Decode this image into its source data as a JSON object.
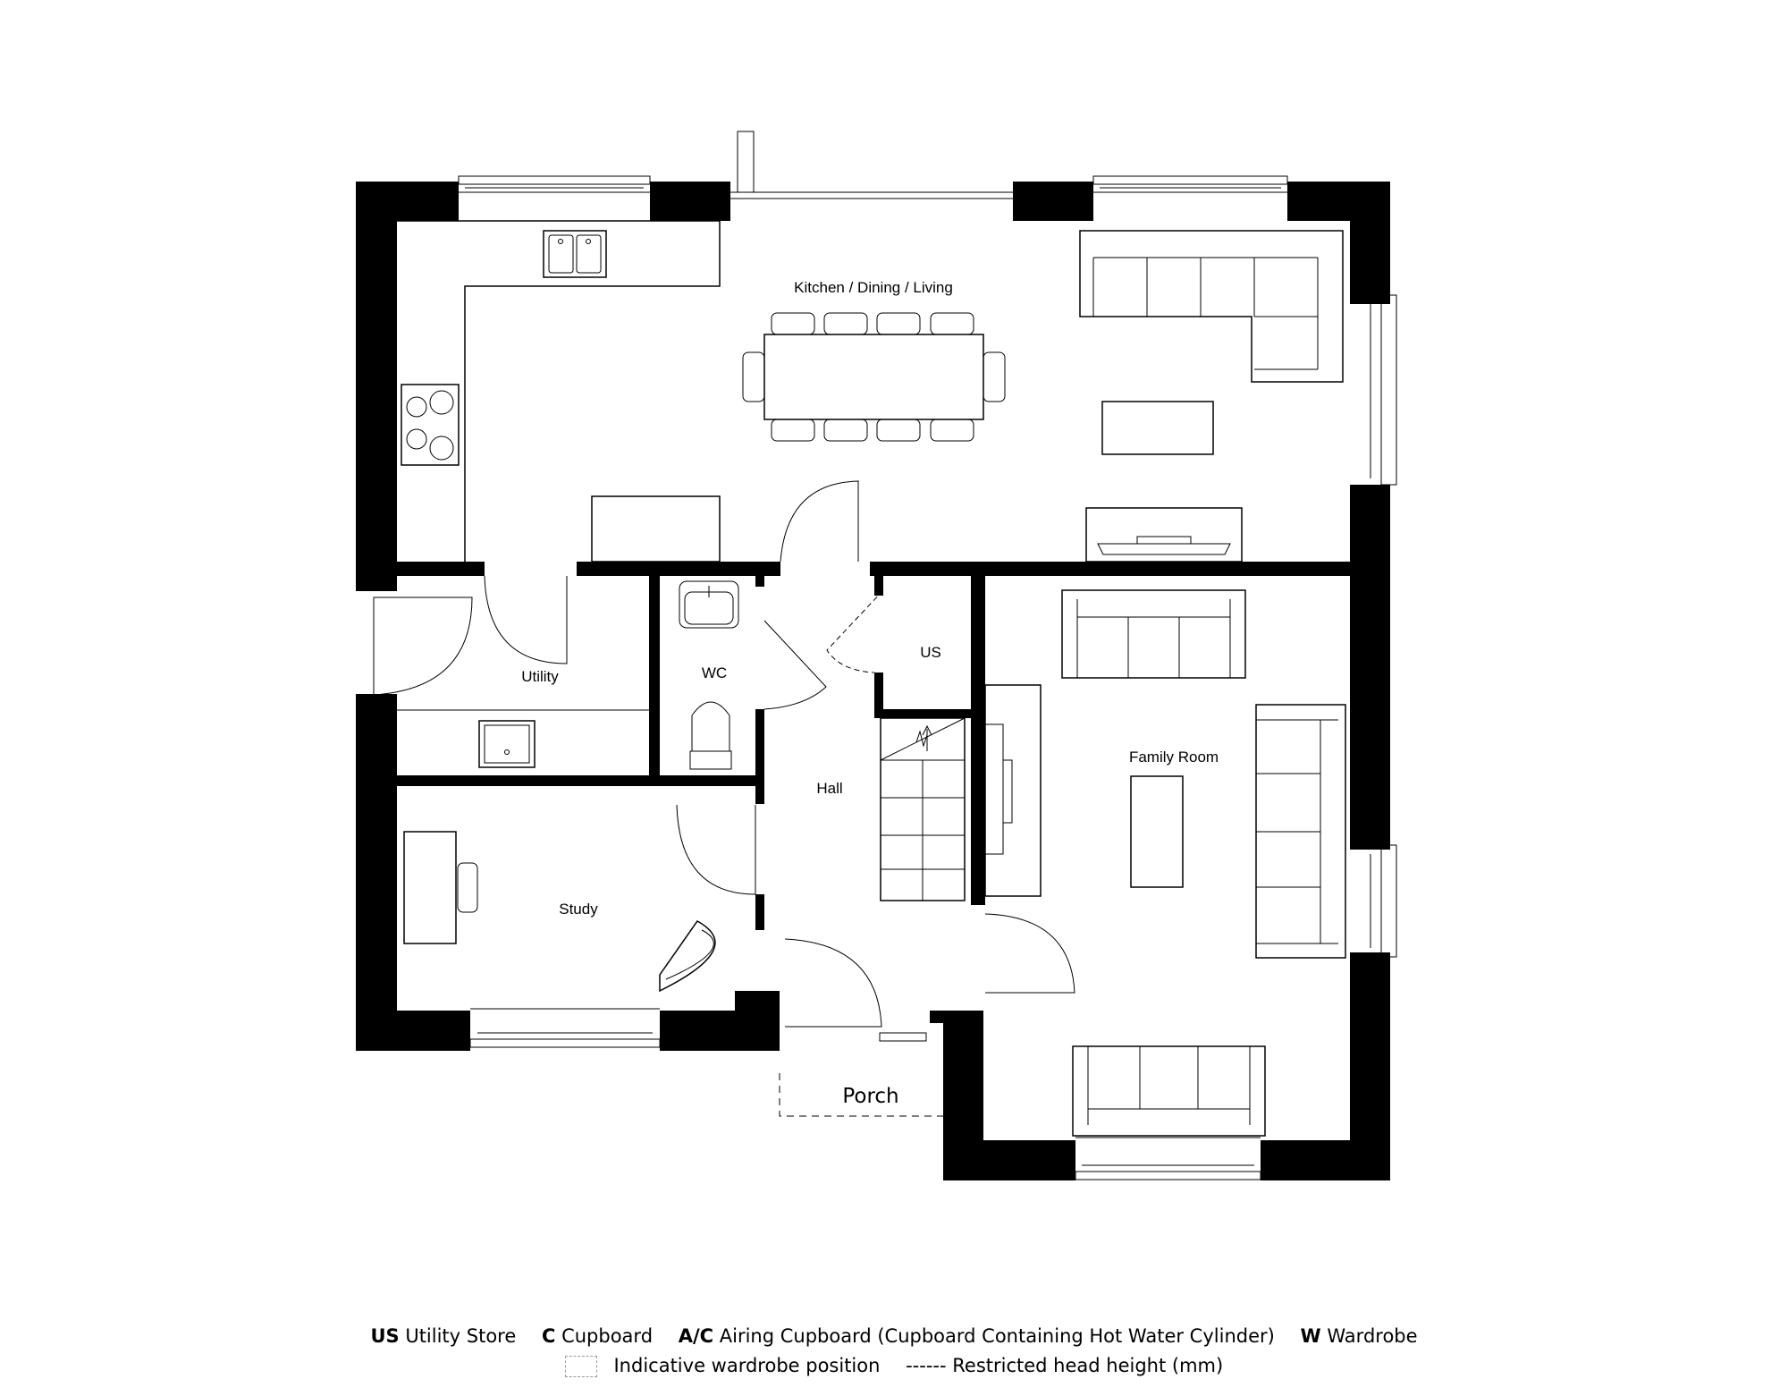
{
  "rooms": {
    "kitchen": "Kitchen / Dining / Living",
    "utility": "Utility",
    "wc": "WC",
    "us": "US",
    "hall": "Hall",
    "family": "Family Room",
    "study": "Study",
    "porch": "Porch"
  },
  "legend": {
    "line1": [
      {
        "key": "US",
        "text": "Utility Store"
      },
      {
        "key": "C",
        "text": "Cupboard"
      },
      {
        "key": "A/C",
        "text": "Airing Cupboard (Cupboard Containing Hot Water Cylinder)"
      },
      {
        "key": "W",
        "text": "Wardrobe"
      }
    ],
    "wardrobe_note": "Indicative wardrobe position",
    "head_height_note": "------ Restricted head height (mm)"
  },
  "colors": {
    "wall": "#000000",
    "background": "#ffffff",
    "dashed": "#999999"
  }
}
